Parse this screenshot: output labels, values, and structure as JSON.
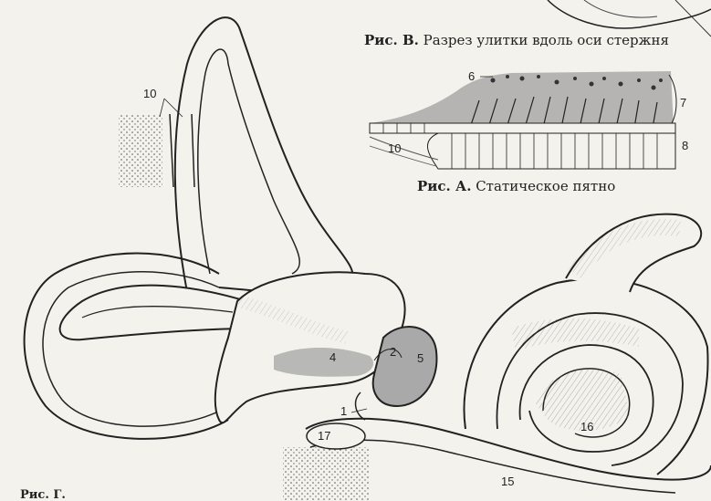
{
  "captions": {
    "fig_b_prefix": "Рис. В.",
    "fig_b_text": "Разрез улитки вдоль оси стержня",
    "fig_a_prefix": "Рис. А.",
    "fig_a_text": "Статическое пятно",
    "fig_g_prefix": "Рис. Г."
  },
  "labels": {
    "l1": "1",
    "l2": "2",
    "l4": "4",
    "l5": "5",
    "l6": "6",
    "l7": "7",
    "l8": "8",
    "l10_main": "10",
    "l10_macula": "10",
    "l15": "15",
    "l16": "16",
    "l17": "17"
  },
  "colors": {
    "ink": "#222222",
    "shade": "#a9a9a9",
    "paper": "#f4f2ec",
    "stipple": "#555555"
  }
}
